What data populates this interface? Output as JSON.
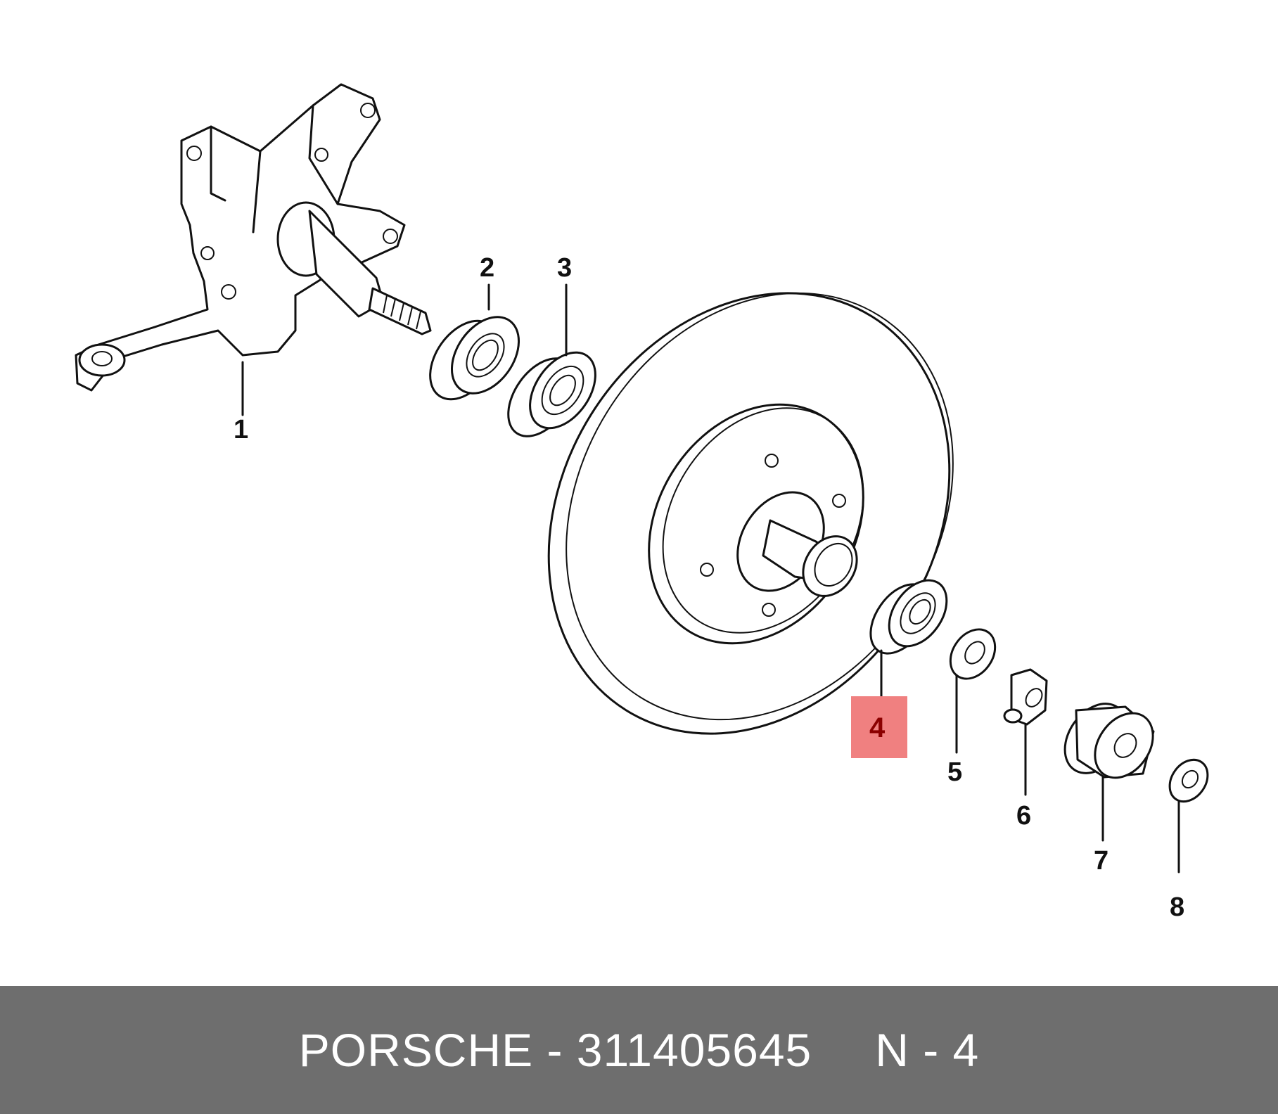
{
  "diagram": {
    "callouts": [
      "1",
      "2",
      "3",
      "4",
      "5",
      "6",
      "7",
      "8"
    ],
    "highlighted_callout": "4",
    "highlight_color": "#f08080"
  },
  "footer": {
    "brand_part": "PORSCHE - 311405645",
    "reference": "N - 4",
    "background": "#6e6e6e"
  }
}
